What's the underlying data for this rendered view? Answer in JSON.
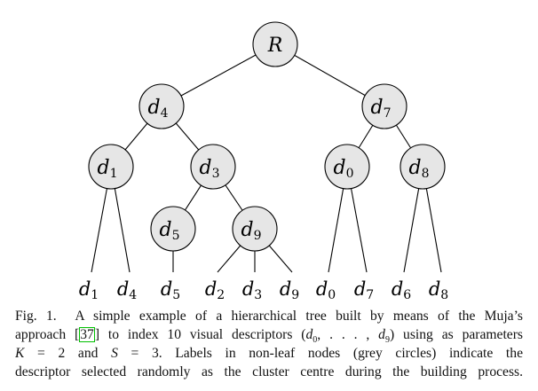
{
  "tree": {
    "nodes": [
      {
        "id": "R",
        "label": "R",
        "sub": "",
        "parent": null
      },
      {
        "id": "n4",
        "label": "d",
        "sub": "4",
        "parent": "R"
      },
      {
        "id": "n7",
        "label": "d",
        "sub": "7",
        "parent": "R"
      },
      {
        "id": "n1",
        "label": "d",
        "sub": "1",
        "parent": "n4"
      },
      {
        "id": "n3",
        "label": "d",
        "sub": "3",
        "parent": "n4"
      },
      {
        "id": "n0",
        "label": "d",
        "sub": "0",
        "parent": "n7"
      },
      {
        "id": "n8",
        "label": "d",
        "sub": "8",
        "parent": "n7"
      },
      {
        "id": "n5",
        "label": "d",
        "sub": "5",
        "parent": "n3"
      },
      {
        "id": "n9",
        "label": "d",
        "sub": "9",
        "parent": "n3"
      }
    ],
    "leaves": [
      {
        "label": "d",
        "sub": "1",
        "parent": "n1"
      },
      {
        "label": "d",
        "sub": "4",
        "parent": "n1"
      },
      {
        "label": "d",
        "sub": "5",
        "parent": "n5"
      },
      {
        "label": "d",
        "sub": "2",
        "parent": "n9"
      },
      {
        "label": "d",
        "sub": "3",
        "parent": "n9"
      },
      {
        "label": "d",
        "sub": "9",
        "parent": "n9"
      },
      {
        "label": "d",
        "sub": "0",
        "parent": "n0"
      },
      {
        "label": "d",
        "sub": "7",
        "parent": "n0"
      },
      {
        "label": "d",
        "sub": "6",
        "parent": "n8"
      },
      {
        "label": "d",
        "sub": "8",
        "parent": "n8"
      }
    ]
  },
  "caption": {
    "fig_label": "Fig. 1.",
    "line1": "A simple example of a hierarchical tree built by means of the Muja’s",
    "line2a": "approach [",
    "ref": "37",
    "line2b": "] to index 10 visual descriptors (",
    "range_open": "d",
    "range_open_sub": "0",
    "range_mid": ", . . . , ",
    "range_close": "d",
    "range_close_sub": "9",
    "line2c": ") using as parameters",
    "line3a": "K",
    "line3b": " = 2 and ",
    "line3c": "S",
    "line3d": " = 3. Labels in non-leaf nodes (grey circles) indicate the",
    "line4": "descriptor selected randomly as the cluster centre during the building process."
  }
}
